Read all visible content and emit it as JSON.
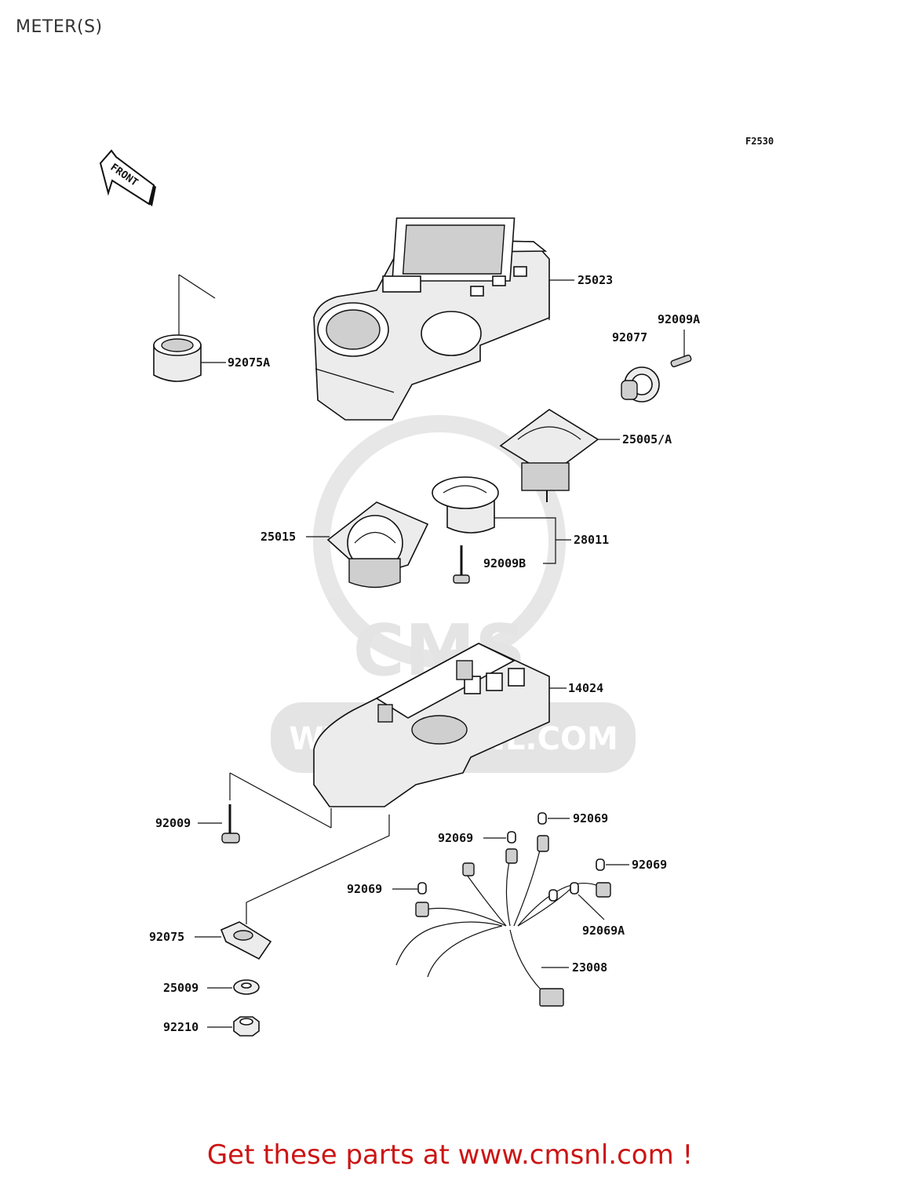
{
  "page": {
    "title": "METER(S)"
  },
  "figure_code": "F2530",
  "front_marker": "FRONT",
  "parts": [
    {
      "number": "25023"
    },
    {
      "number": "92009A"
    },
    {
      "number": "92077"
    },
    {
      "number": "92075A"
    },
    {
      "number": "25005/A"
    },
    {
      "number": "25015"
    },
    {
      "number": "28011"
    },
    {
      "number": "92009B"
    },
    {
      "number": "14024"
    },
    {
      "number": "92009"
    },
    {
      "number": "92069"
    },
    {
      "number": "92069"
    },
    {
      "number": "92069"
    },
    {
      "number": "92069"
    },
    {
      "number": "92069A"
    },
    {
      "number": "92075"
    },
    {
      "number": "23008"
    },
    {
      "number": "25009"
    },
    {
      "number": "92210"
    }
  ],
  "watermark": {
    "logo": "CMS",
    "url": "WWW.CMSNL.COM"
  },
  "promo": {
    "text": "Get these parts at www.cmsnl.com !",
    "color": "#cc1414"
  }
}
